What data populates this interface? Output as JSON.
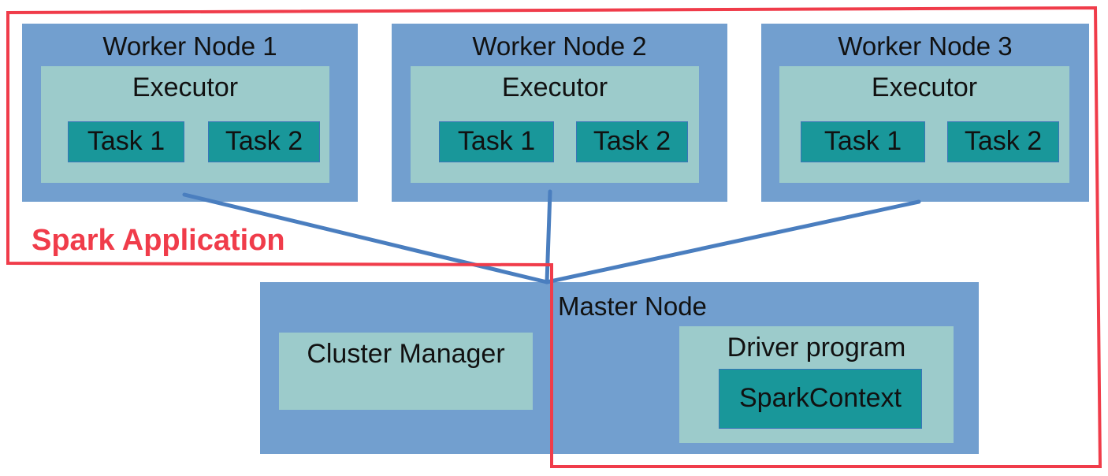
{
  "workers": [
    {
      "title": "Worker Node 1",
      "executor": "Executor",
      "tasks": [
        "Task 1",
        "Task 2"
      ]
    },
    {
      "title": "Worker Node 2",
      "executor": "Executor",
      "tasks": [
        "Task 1",
        "Task 2"
      ]
    },
    {
      "title": "Worker Node 3",
      "executor": "Executor",
      "tasks": [
        "Task 1",
        "Task 2"
      ]
    }
  ],
  "master": {
    "title": "Master Node",
    "cluster_manager": "Cluster Manager",
    "driver_program": "Driver program",
    "spark_context": "SparkContext"
  },
  "application_label": "Spark Application",
  "colors": {
    "node": "#729fcf",
    "inner": "#9ccbcb",
    "task": "#19979a",
    "connector": "#4a7ebf",
    "application_boundary": "#f03c4a"
  }
}
